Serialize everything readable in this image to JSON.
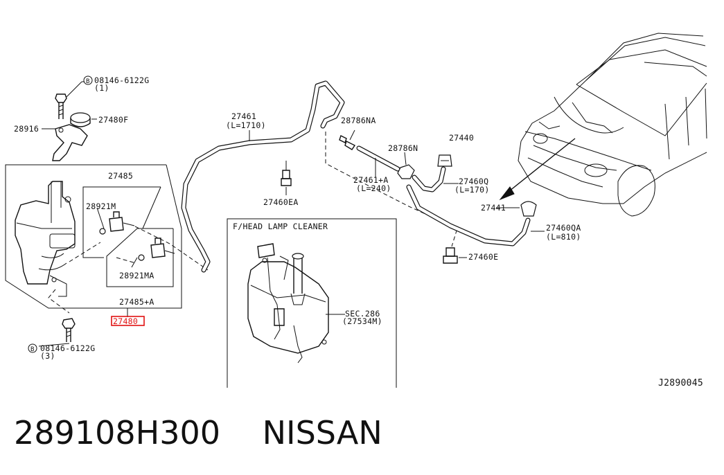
{
  "labels": {
    "bolt_top": "08146-6122G",
    "bolt_top_qty": "(1)",
    "bolt_top_mark": "B",
    "p27480F": "27480F",
    "p28916": "28916",
    "p27485": "27485",
    "p28921M": "28921M",
    "p28921MA": "28921MA",
    "p27485A": "27485+A",
    "p27480": "27480",
    "bolt_bottom": "08146-6122G",
    "bolt_bottom_qty": "(3)",
    "bolt_bottom_mark": "B",
    "p27461": "27461",
    "p27461_len": "(L=1710)",
    "p27460EA": "27460EA",
    "p28786NA": "28786NA",
    "p28786N": "28786N",
    "p27440": "27440",
    "p27461A": "27461+A",
    "p27461A_len": "(L=240)",
    "p27460Q": "27460Q",
    "p27460Q_len": "(L=170)",
    "p27441": "27441",
    "p27460QA": "27460QA",
    "p27460QA_len": "(L=810)",
    "p27460E": "27460E",
    "inset_title": "F/HEAD LAMP CLEANER",
    "sec": "SEC.286",
    "sec_ref": "(27534M)",
    "drawing_code": "J2890045"
  },
  "footer": {
    "part_number": "289108H300",
    "brand": "NISSAN"
  },
  "colors": {
    "line": "#111111",
    "highlight": "#e01010",
    "background": "#ffffff"
  }
}
